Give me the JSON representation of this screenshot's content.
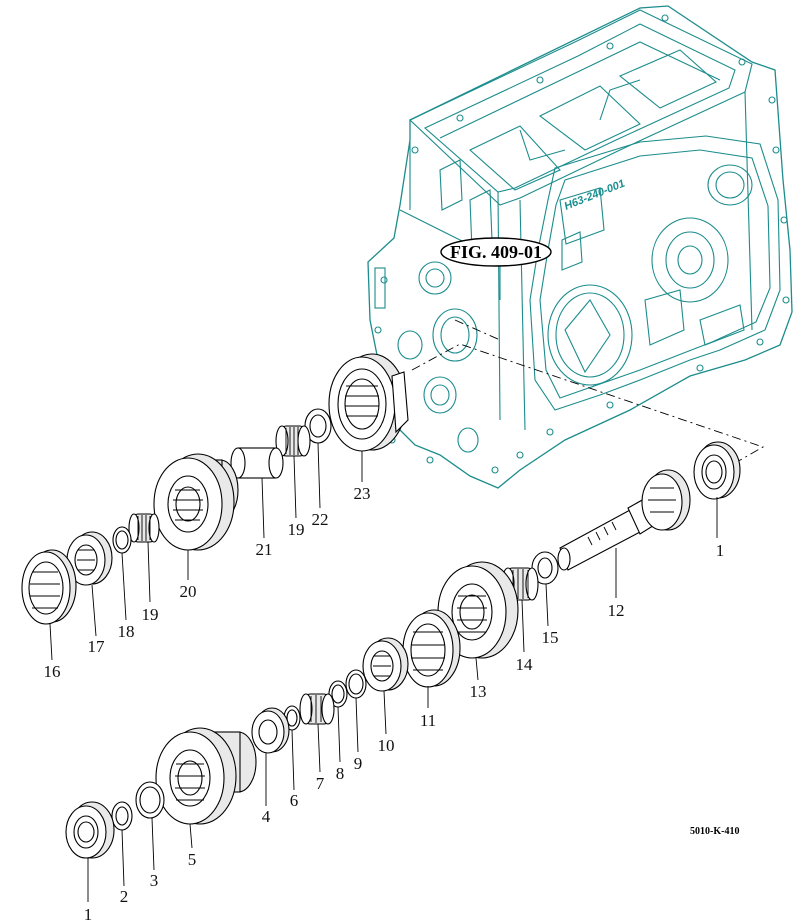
{
  "figure": {
    "title": "FIG. 409-01",
    "code": "5010-K-410",
    "reference": "H63-240-001"
  },
  "callouts": [
    {
      "id": "c1a",
      "text": "1"
    },
    {
      "id": "c1b",
      "text": "1"
    },
    {
      "id": "c2",
      "text": "2"
    },
    {
      "id": "c3",
      "text": "3"
    },
    {
      "id": "c4",
      "text": "4"
    },
    {
      "id": "c5",
      "text": "5"
    },
    {
      "id": "c6",
      "text": "6"
    },
    {
      "id": "c7",
      "text": "7"
    },
    {
      "id": "c8",
      "text": "8"
    },
    {
      "id": "c9",
      "text": "9"
    },
    {
      "id": "c10",
      "text": "10"
    },
    {
      "id": "c11",
      "text": "11"
    },
    {
      "id": "c12",
      "text": "12"
    },
    {
      "id": "c13",
      "text": "13"
    },
    {
      "id": "c14",
      "text": "14"
    },
    {
      "id": "c15",
      "text": "15"
    },
    {
      "id": "c16",
      "text": "16"
    },
    {
      "id": "c17",
      "text": "17"
    },
    {
      "id": "c18",
      "text": "18"
    },
    {
      "id": "c19a",
      "text": "19"
    },
    {
      "id": "c19b",
      "text": "19"
    },
    {
      "id": "c20",
      "text": "20"
    },
    {
      "id": "c21",
      "text": "21"
    },
    {
      "id": "c22",
      "text": "22"
    },
    {
      "id": "c23",
      "text": "23"
    }
  ],
  "colors": {
    "housing": "#1c8c8c",
    "parts": "#000000"
  }
}
